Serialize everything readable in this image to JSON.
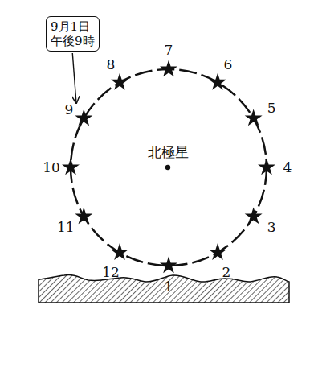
{
  "diagram": {
    "nodes": [
      {
        "text": [
          "9月1日 午後9時"
        ]
      }
    ],
    "labels": [
      "7",
      "8",
      "6",
      "9",
      "5",
      "北極星",
      "10",
      "4",
      "11",
      "3",
      "12",
      "2",
      "1"
    ]
  }
}
